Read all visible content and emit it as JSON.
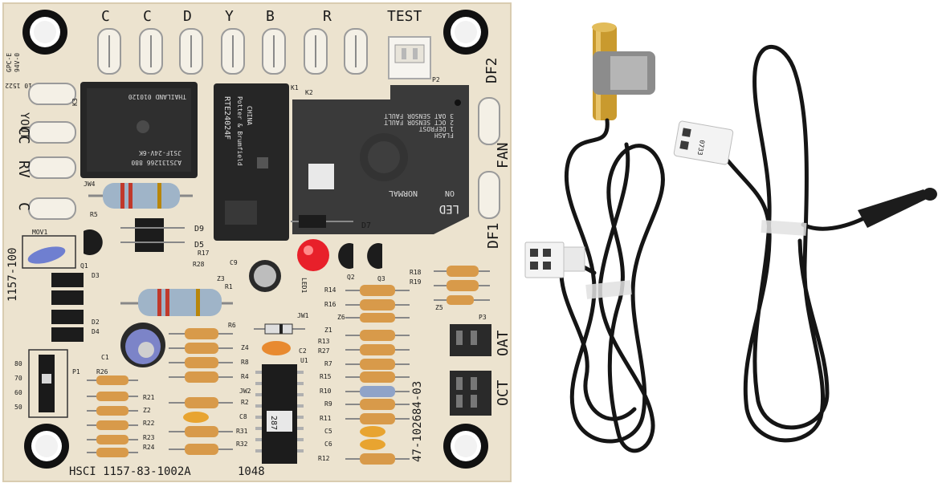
{
  "board": {
    "top_terminals": [
      "C",
      "C",
      "D",
      "Y",
      "B",
      "R"
    ],
    "test_label": "TEST",
    "side_terminals": [
      "YOUT",
      "CC",
      "RV",
      "C"
    ],
    "right_terminals": [
      "DF2",
      "FAN",
      "DF1"
    ],
    "connectors": [
      "OAT",
      "OCT"
    ],
    "part_number_left": "1157-100",
    "part_number_right": "47-102684-03",
    "bottom_text": "HSCI 1157-83-1002A",
    "date_code": "1048",
    "chip_label": "287",
    "relay1": {
      "text1": "THAILAND  010120",
      "text2": "JS1F-24V-6K",
      "text3": "AJS131266 880"
    },
    "relay2": {
      "model": "RTE24024F",
      "brand": "Potter & Brumfield",
      "origin": "CHINA"
    },
    "controller": {
      "flash": "FLASH",
      "codes": [
        "1 DEFROST",
        "2 OCT SENSOR FAULT",
        "3 OAT SENSOR FAULT"
      ],
      "led_on": "ON",
      "normal": "NORMAL",
      "led": "LED"
    },
    "temp_scale": [
      "80",
      "70",
      "60",
      "50"
    ],
    "component_labels": {
      "mov": "MOV1",
      "jw4": "JW4",
      "jw1": "JW1",
      "jw2": "JW2",
      "p1": "P1",
      "p2": "P2",
      "p3": "P3",
      "k3": "K3",
      "k1": "K1",
      "k2": "K2",
      "led1": "LED1",
      "u1": "U1",
      "r5": "R5",
      "r17": "R17",
      "r28": "R28",
      "r1": "R1",
      "r6": "R6",
      "r8": "R8",
      "r4": "R4",
      "r2": "R2",
      "r26": "R26",
      "r21": "R21",
      "r22": "R22",
      "r23": "R23",
      "r24": "R24",
      "r31": "R31",
      "r32": "R32",
      "r14": "R14",
      "r16": "R16",
      "r18": "R18",
      "r19": "R19",
      "r13": "R13",
      "r27": "R27",
      "r7": "R7",
      "r15": "R15",
      "r10": "R10",
      "r9": "R9",
      "r11": "R11",
      "r12": "R12",
      "d9": "D9",
      "d5": "D5",
      "d7": "D7",
      "d3": "D3",
      "d2": "D2",
      "d4": "D4",
      "z1": "Z1",
      "z2": "Z2",
      "z3": "Z3",
      "z4": "Z4",
      "z5": "Z5",
      "z6": "Z6",
      "c1": "C1",
      "c2": "C2",
      "c5": "C5",
      "c6": "C6",
      "c8": "C8",
      "c9": "C9",
      "q1": "Q1",
      "q2": "Q2",
      "q3": "Q3"
    },
    "corner_text": [
      "GPC-E",
      "94V-0"
    ],
    "lot_text": "10 1522"
  },
  "sensors": {
    "plug_left_text": "",
    "plug_right_text": "0733"
  },
  "colors": {
    "board": "#ece3cf",
    "board_edge": "#d9ccb0",
    "relay_black": "#262626",
    "controller_gray": "#3a3a3a",
    "cable": "#151515",
    "led_red": "#e8202a",
    "brass": "#c99a2e"
  }
}
